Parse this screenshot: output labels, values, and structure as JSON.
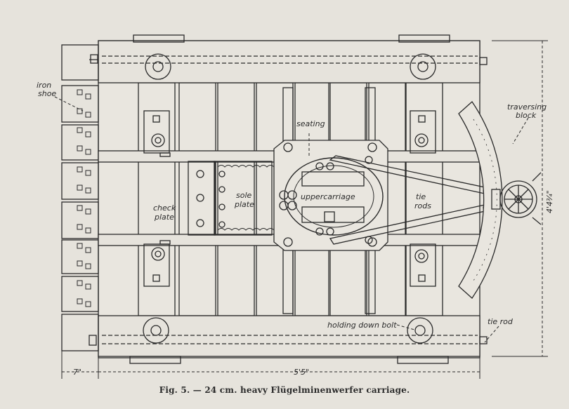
{
  "caption": "Fig. 5. — 24 cm. heavy Flügelminenwerfer carriage.",
  "labels": {
    "iron_shoe_1": "iron",
    "iron_shoe_2": "shoe",
    "seating": "seating",
    "traversing_1": "traversing",
    "traversing_2": "block",
    "check_plate_1": "check",
    "check_plate_2": "plate",
    "sole_plate_1": "sole",
    "sole_plate_2": "plate",
    "upper_carriage": "uppercarriage",
    "tie_rods_1": "tie",
    "tie_rods_2": "rods",
    "holding_down_bolt": "holding down bolt",
    "tie_rod": "tie rod"
  },
  "dimensions": {
    "left_offset": "7\"",
    "width": "5'5\"",
    "height": "4'4¾\""
  },
  "colors": {
    "paper": "#e6e3dc",
    "ink": "#2a2a2a"
  }
}
